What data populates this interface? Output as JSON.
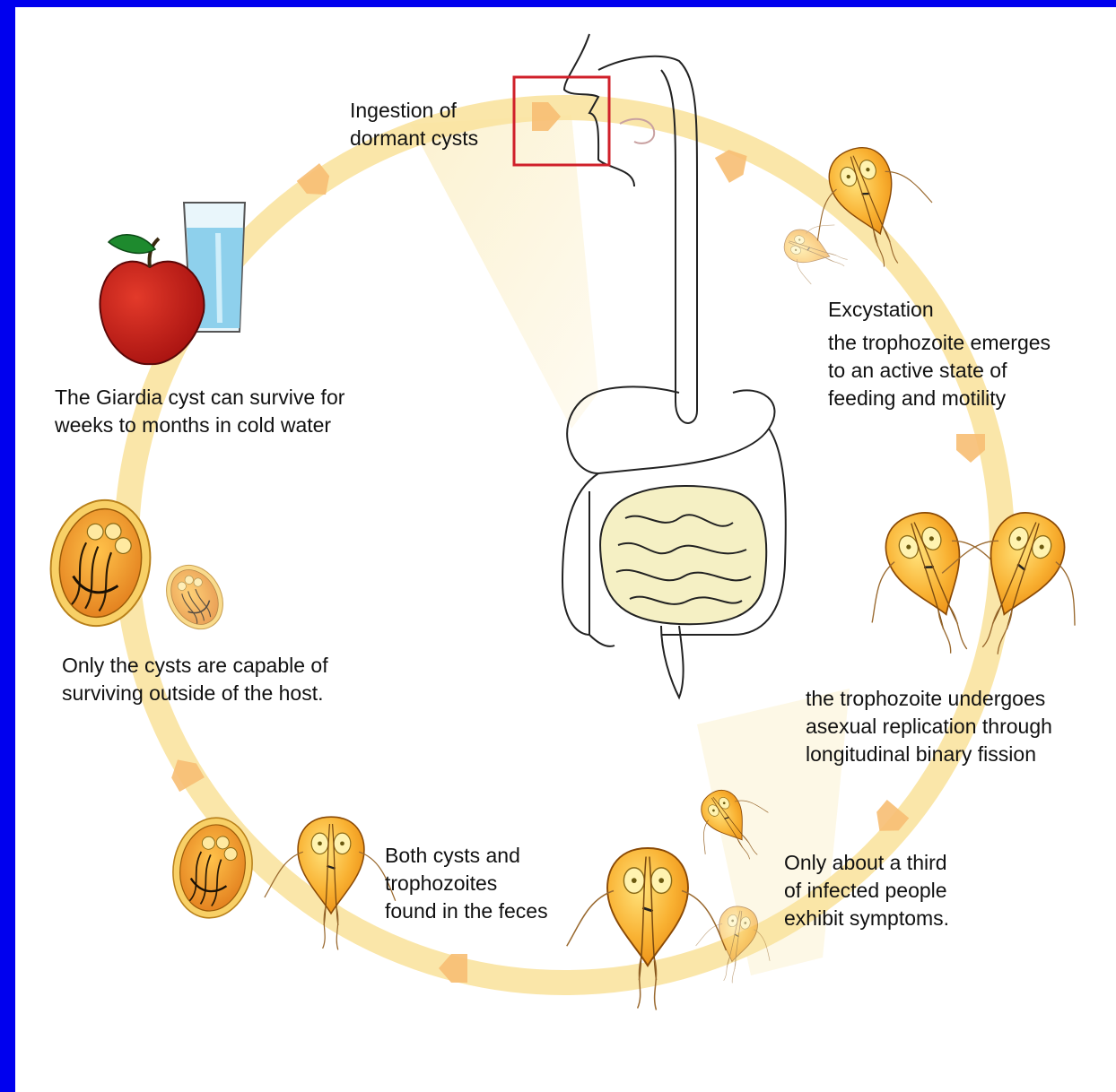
{
  "colors": {
    "border": "#0000EE",
    "background": "#ffffff",
    "cycle_ring": "#F9E3A0",
    "arrow": "#F6C77A",
    "parasite_fill": "#F5A623",
    "parasite_light": "#FFE27A",
    "cyst_wall": "#E9B53B",
    "apple": "#C01010",
    "leaf": "#1E8A2E",
    "water": "#8ED0EC",
    "intestine": "#F5F0C4",
    "highlight_box": "#D0202A"
  },
  "icons": [
    "digestive-tract-icon",
    "apple-icon",
    "water-glass-icon",
    "cyst-icon",
    "trophozoite-icon",
    "cycle-arrow-icon"
  ],
  "labels": {
    "ingestion": {
      "lines": [
        "Ingestion of",
        "dormant cysts"
      ]
    },
    "excystation": {
      "title": "Excystation",
      "lines": [
        "the trophozoite emerges",
        "to an active state of",
        "feeding and motility"
      ]
    },
    "fission": {
      "lines": [
        "the trophozoite undergoes",
        "asexual replication through",
        "longitudinal binary fission"
      ]
    },
    "symptoms": {
      "lines": [
        "Only about a third",
        "of infected people",
        "exhibit symptoms."
      ]
    },
    "feces": {
      "lines": [
        "Both cysts and",
        "trophozoites",
        "found in the feces"
      ]
    },
    "outside": {
      "lines": [
        "Only the cysts are capable of",
        "surviving outside of the host."
      ]
    },
    "survival": {
      "lines": [
        "The Giardia cyst can survive for",
        "weeks to months in cold water"
      ]
    }
  }
}
